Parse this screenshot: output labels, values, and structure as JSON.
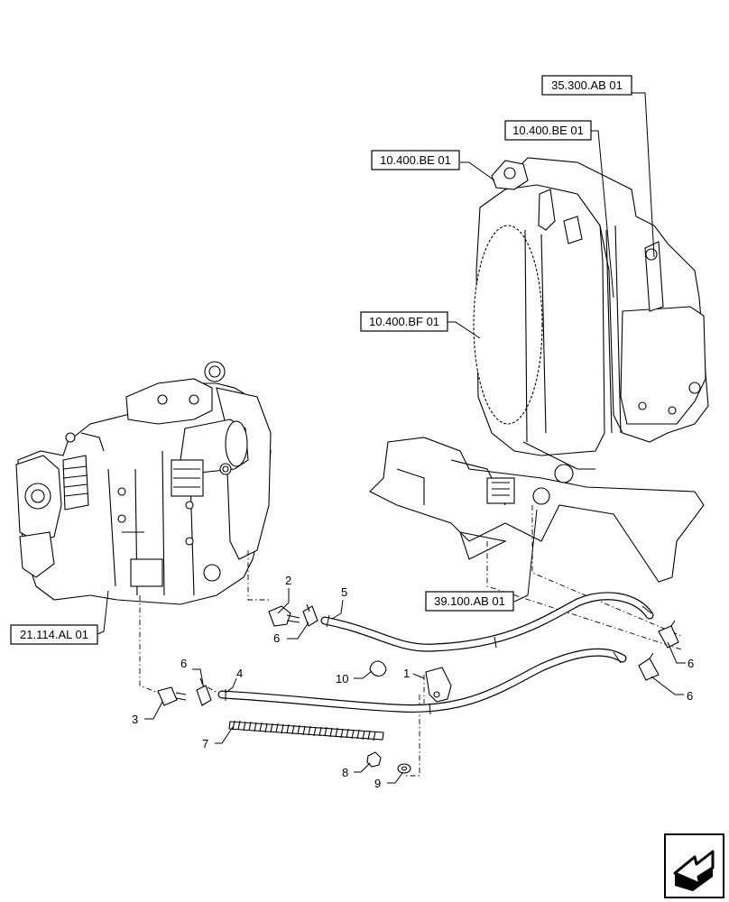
{
  "references": [
    {
      "id": "ref-35-300-ab-01",
      "label": "35.300.AB 01"
    },
    {
      "id": "ref-10-400-be-01-right",
      "label": "10.400.BE 01"
    },
    {
      "id": "ref-10-400-be-01-left",
      "label": "10.400.BE 01"
    },
    {
      "id": "ref-10-400-bf-01",
      "label": "10.400.BF 01"
    },
    {
      "id": "ref-39-100-ab-01",
      "label": "39.100.AB 01"
    },
    {
      "id": "ref-21-114-al-01",
      "label": "21.114.AL 01"
    }
  ],
  "callouts": [
    {
      "id": "callout-1",
      "label": "1"
    },
    {
      "id": "callout-2",
      "label": "2"
    },
    {
      "id": "callout-3",
      "label": "3"
    },
    {
      "id": "callout-4",
      "label": "4"
    },
    {
      "id": "callout-5",
      "label": "5"
    },
    {
      "id": "callout-6a",
      "label": "6"
    },
    {
      "id": "callout-6b",
      "label": "6"
    },
    {
      "id": "callout-6c",
      "label": "6"
    },
    {
      "id": "callout-6d",
      "label": "6"
    },
    {
      "id": "callout-7",
      "label": "7"
    },
    {
      "id": "callout-8",
      "label": "8"
    },
    {
      "id": "callout-9",
      "label": "9"
    },
    {
      "id": "callout-10",
      "label": "10"
    }
  ],
  "icons": {
    "nav": "next-page-arrow-icon"
  }
}
